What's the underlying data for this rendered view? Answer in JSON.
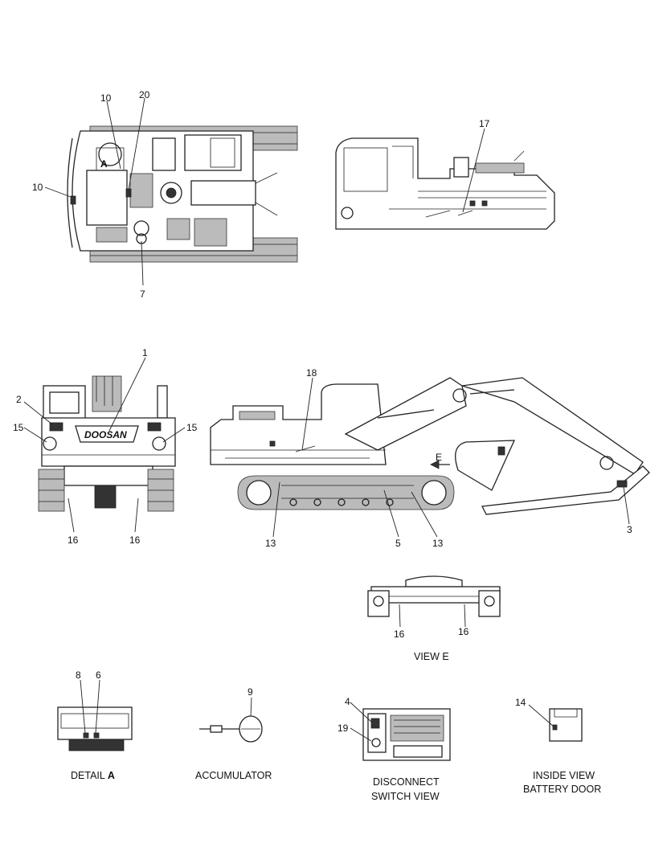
{
  "callouts": {
    "c1": "1",
    "c2": "2",
    "c3": "3",
    "c4": "4",
    "c5": "5",
    "c6": "6",
    "c7": "7",
    "c8": "8",
    "c9": "9",
    "c10": "10",
    "c13": "13",
    "c14": "14",
    "c15": "15",
    "c16": "16",
    "c17": "17",
    "c18": "18",
    "c19": "19",
    "c20": "20"
  },
  "labels": {
    "detail_marker": "A",
    "view_marker": "E",
    "brand_plate": "DOOSAN"
  },
  "captions": {
    "view_e": "VIEW E",
    "detail_a": "DETAIL",
    "detail_a_letter": "A",
    "accumulator": "ACCUMULATOR",
    "disconnect_line1": "DISCONNECT",
    "disconnect_line2": "SWITCH VIEW",
    "battery_line1": "INSIDE VIEW",
    "battery_line2": "BATTERY DOOR"
  }
}
